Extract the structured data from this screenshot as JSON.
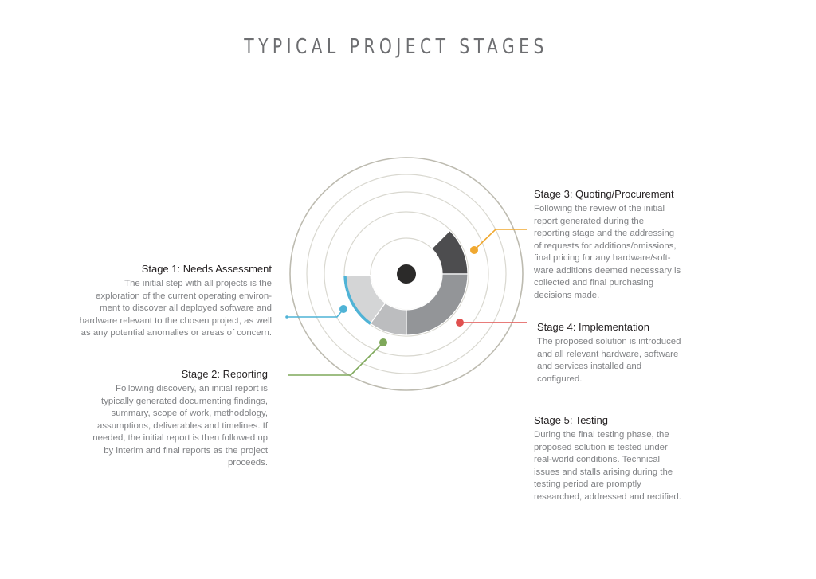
{
  "title": "TYPICAL PROJECT STAGES",
  "colors": {
    "stage1": "#4fb3d6",
    "stage2": "#7ea85a",
    "stage3": "#f0a830",
    "stage4": "#e0504f",
    "ring": "#d9d8d0",
    "outer_ring": "#bdbbb0",
    "center": "#2b2a29",
    "segment_dark": "#4d4d4f",
    "segment_mid": "#939598",
    "segment_light": "#bcbdbf",
    "segment_lightest": "#d4d5d6"
  },
  "stages": [
    {
      "heading": "Stage 1: Needs Assessment",
      "lines": [
        "The initial step with all projects is the",
        "exploration of the current operating environ-",
        "ment to discover all deployed software and",
        "hardware relevant to the chosen project, as well",
        "as any potential anomalies or areas of concern."
      ]
    },
    {
      "heading": "Stage 2: Reporting",
      "lines": [
        "Following discovery, an initial report is",
        "typically generated documenting findings,",
        "summary, scope of work, methodology,",
        "assumptions, deliverables and timelines. If",
        "needed, the initial report is then followed up",
        "by interim and final reports as the project",
        "proceeds."
      ]
    },
    {
      "heading": "Stage 3: Quoting/Procurement",
      "lines": [
        "Following the review of the initial",
        "report generated during the",
        "reporting stage and the addressing",
        "of requests for additions/omissions,",
        "final pricing for any hardware/soft-",
        "ware additions deemed necessary is",
        "collected and final purchasing",
        "decisions made."
      ]
    },
    {
      "heading": "Stage 4: Implementation",
      "lines": [
        "The proposed solution is introduced",
        "and all relevant hardware, software",
        "and services installed and",
        "configured."
      ]
    },
    {
      "heading": "Stage 5: Testing",
      "lines": [
        "During the final testing phase, the",
        "proposed solution is tested under",
        "real-world conditions.  Technical",
        "issues and stalls arising during the",
        "testing period are promptly",
        "researched, addressed and rectified."
      ]
    }
  ]
}
